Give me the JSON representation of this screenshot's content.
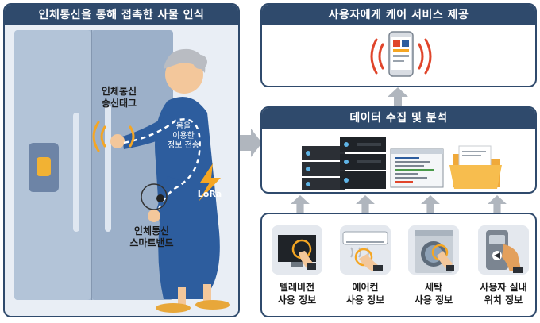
{
  "colors": {
    "panel_header": "#2f4a6c",
    "arrow": "#b0b6be",
    "person_dress": "#2d5d9e",
    "fridge": "#9fb3cc",
    "accent_orange": "#f5a623",
    "signal_red": "#e0452b"
  },
  "left_panel": {
    "title": "인체통신을 통해 접촉한 사물 인식",
    "tag_label_1": "인체통신",
    "tag_label_2": "송신태그",
    "band_label_1": "인체통신",
    "band_label_2": "스마트밴드",
    "body_label_1": "몸을",
    "body_label_2": "이용한",
    "body_label_3": "정보 전송",
    "lora_label": "LoRa"
  },
  "care_panel": {
    "title": "사용자에게 케어 서비스 제공",
    "icon": "smartphone-icon"
  },
  "analysis_panel": {
    "title": "데이터 수집 및 분석",
    "icons": [
      "server-icon",
      "server-icon",
      "monitor-icon",
      "folder-icon"
    ]
  },
  "sources": [
    {
      "icon": "television-icon",
      "line1": "텔레비전",
      "line2": "사용 정보"
    },
    {
      "icon": "air-conditioner-icon",
      "line1": "에어컨",
      "line2": "사용 정보"
    },
    {
      "icon": "washing-machine-icon",
      "line1": "세탁",
      "line2": "사용 정보"
    },
    {
      "icon": "door-lock-icon",
      "line1": "사용자 실내",
      "line2": "위치 정보"
    }
  ]
}
